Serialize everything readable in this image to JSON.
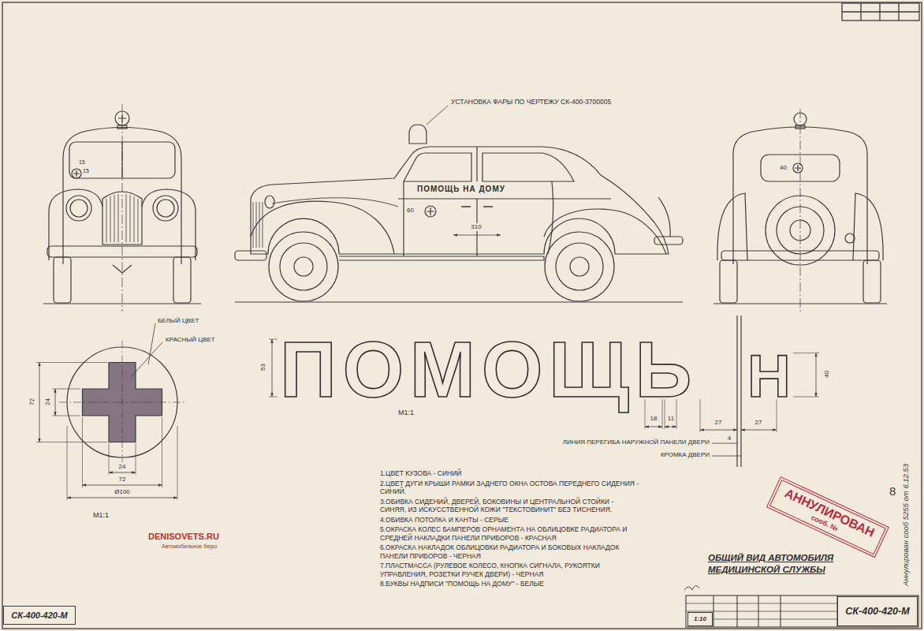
{
  "diagram": {
    "title": "ОБЩИЙ ВИД АВТОМОБИЛЯ МЕДИЦИНСКОЙ СЛУЖБЫ",
    "nodes": [
      {
        "text": [
          "АННУЛИРОВАН",
          "сооб. №"
        ]
      },
      {
        "text": [
          "СК-400-420-М"
        ]
      },
      {
        "text": [
          "СК-400-420-М"
        ]
      },
      {
        "text": [
          "1:10"
        ]
      }
    ],
    "labels": [
      "УСТАНОВКА ФАРЫ ПО ЧЕРТЕЖУ СК-400-3700005",
      "15",
      "15",
      "ПОМОЩЬ НА ДОМУ",
      "60",
      "310",
      "40",
      "БЕЛЫЙ ЦВЕТ",
      "КРАСНЫЙ ЦВЕТ",
      "72",
      "24",
      "24",
      "72",
      "Ø100",
      "М1:1",
      "ПОМОЩЬ",
      "Н",
      "53",
      "40",
      "18",
      "11",
      "27",
      "4",
      "27",
      "М1:1",
      "ЛИНИЯ ПЕРЕГИБА НАРУЖНОЙ ПАНЕЛИ ДВЕРИ",
      "КРОМКА ДВЕРИ",
      "1.ЦВЕТ КУЗОВА - СИНИЙ",
      "2.ЦВЕТ ДУГИ КРЫШИ РАМКИ ЗАДНЕГО ОКНА ОСТОВА ПЕРЕДНЕГО СИДЕНИЯ - СИНИЙ.",
      "3.ОБИВКА СИДЕНИЙ, ДВЕРЕЙ, БОКОВИНЫ И ЦЕНТРАЛЬНОЙ СТОЙКИ - СИНЯЯ, ИЗ ИСКУССТВЕННОЙ КОЖИ \"ТЕКСТОВИНИТ\" БЕЗ ТИСНЕНИЯ.",
      "4.ОБИВКА ПОТОЛКА И КАНТЫ - СЕРЫЕ",
      "5.ОКРАСКА КОЛЕС БАМПЕРОВ ОРНАМЕНТА НА ОБЛИЦОВКЕ РАДИАТОРА И СРЕДНЕЙ НАКЛАДКИ ПАНЕЛИ ПРИБОРОВ - КРАСНАЯ",
      "6.ОКРАСКА НАКЛАДОК ОБЛИЦОВКИ РАДИАТОРА И БОКОВЫХ НАКЛАДОК ПАНЕЛИ ПРИБОРОВ - ЧЕРНАЯ",
      "7.ПЛАСТМАССА (РУЛЕВОЕ КОЛЕСО, КНОПКА СИГНАЛА, РУКОЯТКИ УПРАВЛЕНИЯ, РОЗЕТКИ РУЧЕК ДВЕРИ) - ЧЕРНАЯ",
      "8.БУКВЫ НАДПИСИ \"ПОМОЩЬ НА ДОМУ\" - БЕЛЫЕ",
      "DENISOVETS.RU",
      "Автомобильное бюро",
      "Аннулирован сооб 5255 от 6.12.53",
      "8"
    ]
  }
}
